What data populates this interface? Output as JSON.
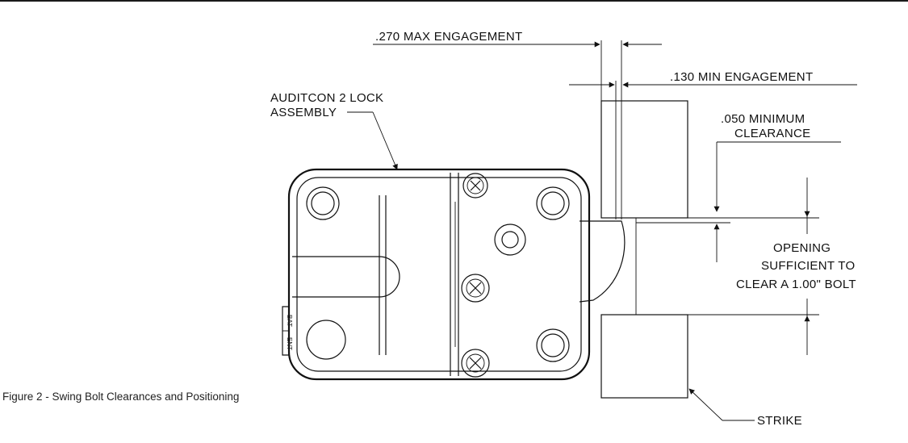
{
  "labels": {
    "max_engagement": ".270 MAX ENGAGEMENT",
    "min_engagement": ".130 MIN ENGAGEMENT",
    "lock_assembly_line1": "AUDITCON 2 LOCK",
    "lock_assembly_line2": "ASSEMBLY",
    "min_clearance_line1": ".050 MINIMUM",
    "min_clearance_line2": "CLEARANCE",
    "opening_line1": "OPENING",
    "opening_line2": "SUFFICIENT TO",
    "opening_line3": "CLEAR A 1.00\" BOLT",
    "strike": "STRIKE",
    "bat": "BAT",
    "ent": "ENT"
  },
  "caption": "Figure 2 - Swing Bolt Clearances and Positioning"
}
